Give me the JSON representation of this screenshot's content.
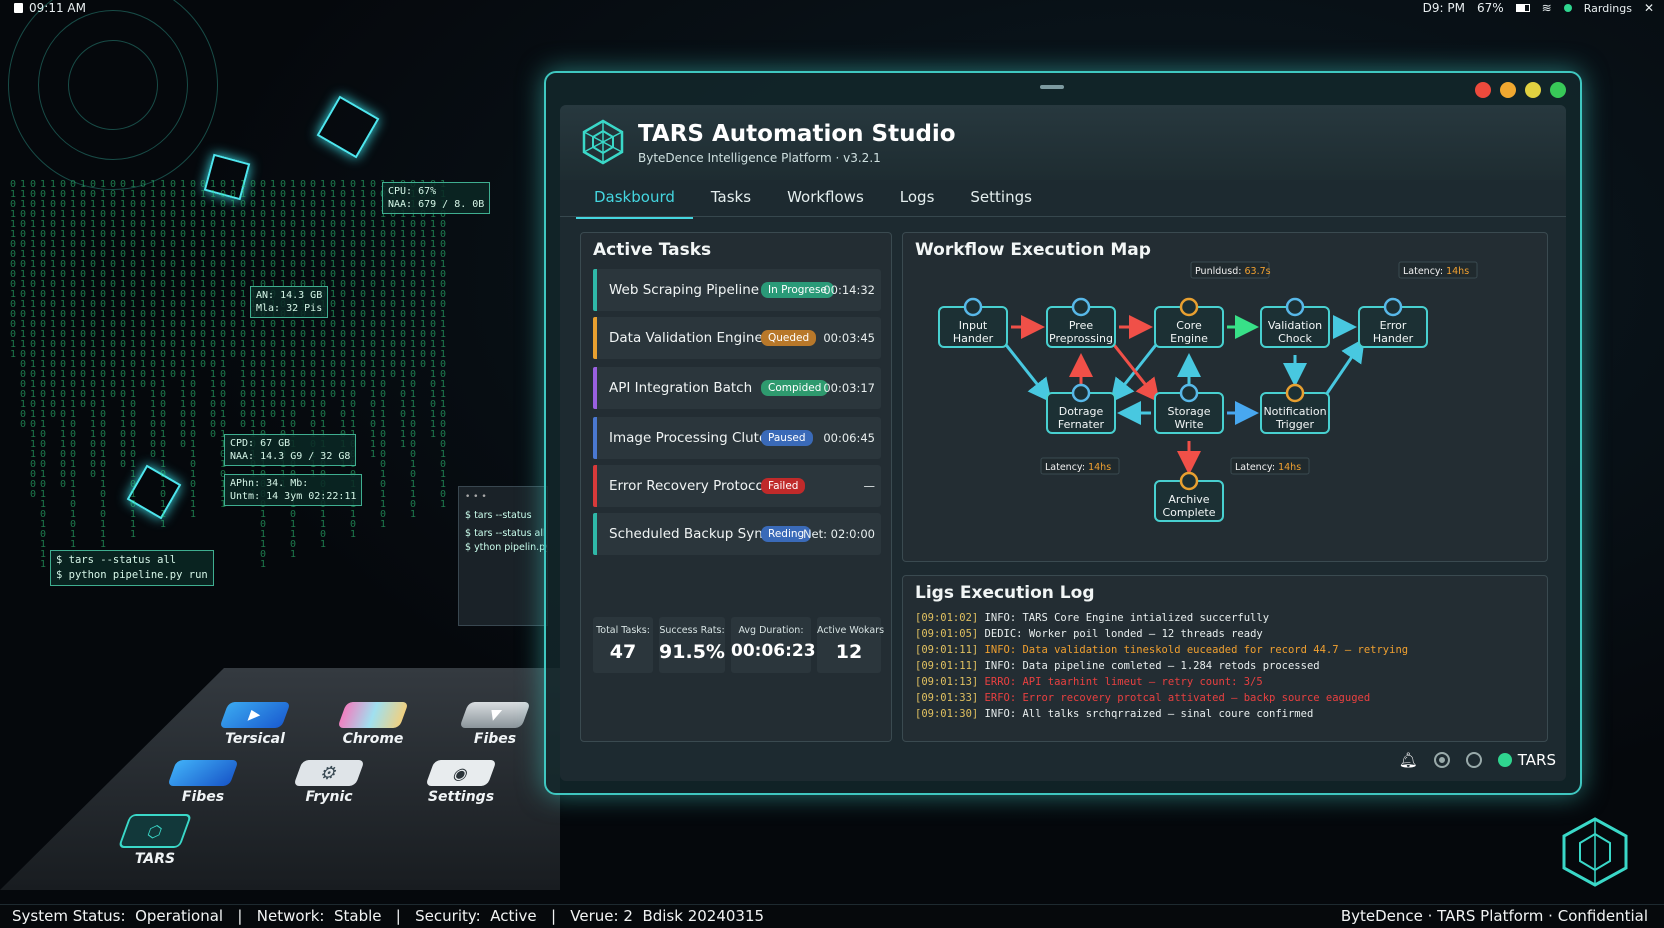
{
  "top_bar": {
    "time": "09:11 AM",
    "status_time": "D9: PM",
    "battery": "67%",
    "user": "Rardings"
  },
  "hud": {
    "cpu_box": "CPU: 67%\nNAA: 679 / 8. 0B",
    "mem_box": "AN: 14.3 GB\nMla: 32 Pis",
    "res_box": "CPD: 67 GB\nNAA: 14.3 G9 / 32 G8",
    "up_box": "APhn: 34. Mb:\nUntm: 14 3ym 02:22:11",
    "term_box": "$ tars --status all\n$ python pipeline.py run",
    "mini_term": [
      "$ tars --status",
      "$ tars --status all",
      "$ ython pipelin.py run"
    ],
    "mini_term_dots": "• • •"
  },
  "dock": {
    "apps": [
      {
        "label": "Tersical",
        "icon": "terminal-icon"
      },
      {
        "label": "Chrome",
        "icon": "chrome-icon"
      },
      {
        "label": "Fibes",
        "icon": "files-icon"
      },
      {
        "label": "Fibes",
        "icon": "folder-icon"
      },
      {
        "label": "Frynic",
        "icon": "gear-icon"
      },
      {
        "label": "Settings",
        "icon": "settings-eye-icon"
      },
      {
        "label": "TARS",
        "icon": "tars-hex-icon"
      }
    ]
  },
  "app": {
    "title": "TARS Automation Studio",
    "subtitle": "ByteDence Intelligence Platform · v3.2.1",
    "tabs": [
      "Daskbourd",
      "Tasks",
      "Workflows",
      "Logs",
      "Settings"
    ],
    "active_tab": "Daskbourd",
    "footer_label": "TARS"
  },
  "tasks_panel": {
    "title": "Active Tasks",
    "tasks": [
      {
        "name": "Web Scraping Pipeline",
        "status": "In Progrese",
        "time": "00:14:32",
        "color": "#2fb8a8",
        "badge_color": "#2a9a78"
      },
      {
        "name": "Data Validation Engine",
        "status": "Queded",
        "time": "00:03:45",
        "color": "#e8a030",
        "badge_color": "#b8782a"
      },
      {
        "name": "API Integration Batch",
        "status": "Compided",
        "time": "00:03:17",
        "color": "#9a60e0",
        "badge_color": "#2e9a6e"
      },
      {
        "name": "Image Processing Cluter",
        "status": "Paused",
        "time": "00:06:45",
        "color": "#4a78d0",
        "badge_color": "#3a6ab8"
      },
      {
        "name": "Error Recovery Protocol",
        "status": "Failed",
        "time": "—",
        "color": "#d83a3a",
        "badge_color": "#c02a2a"
      },
      {
        "name": "Scheduled Backup Sync",
        "status": "Reding",
        "time": "Net: 02:0:00",
        "color": "#2fb8a8",
        "badge_color": "#3a6ab8"
      }
    ],
    "stats": [
      {
        "label": "Total Tasks:",
        "value": "47"
      },
      {
        "label": "Success Rats:",
        "value": "91.5%"
      },
      {
        "label": "Avg  Duration:",
        "value": "00:06:23"
      },
      {
        "label": "Active Wokars",
        "value": "12"
      }
    ]
  },
  "map_panel": {
    "title": "Workflow Execution Map",
    "nodes": [
      {
        "id": "input",
        "lines": [
          "Input",
          "Hander"
        ]
      },
      {
        "id": "pre",
        "lines": [
          "Pree",
          "Preprossing"
        ]
      },
      {
        "id": "core",
        "lines": [
          "Core",
          "Engine"
        ]
      },
      {
        "id": "val",
        "lines": [
          "Validation",
          "Chock"
        ]
      },
      {
        "id": "err",
        "lines": [
          "Error",
          "Hander"
        ]
      },
      {
        "id": "dot",
        "lines": [
          "Dotrage",
          "Fernater"
        ]
      },
      {
        "id": "stor",
        "lines": [
          "Storage",
          "Write"
        ]
      },
      {
        "id": "notif",
        "lines": [
          "Notification",
          "Trigger"
        ]
      },
      {
        "id": "arch",
        "lines": [
          "Archive",
          "Complete"
        ]
      }
    ],
    "tags": [
      {
        "label": "Punldusd:",
        "value": "63.7s"
      },
      {
        "label": "Latency:",
        "value": "14hs"
      },
      {
        "label": "Latency:",
        "value": "14hs"
      },
      {
        "label": "Latency:",
        "value": "14hs"
      }
    ]
  },
  "log_panel": {
    "title": "Ligs Execution Log",
    "lines": [
      {
        "ts": "[09:01:02]",
        "level": "INFO:",
        "msg": "TARS Core Engine intialized succerfully",
        "color": "#e8eeee"
      },
      {
        "ts": "[09:01:05]",
        "level": "DEDIC:",
        "msg": "Worker poil londed — 12 threads ready",
        "color": "#e8eeee"
      },
      {
        "ts": "[09:01:11]",
        "level": "INFO:",
        "msg": "Data validation tineskold euceaded for record 44.7 — retrying",
        "color": "#f0a030"
      },
      {
        "ts": "[09:01:11]",
        "level": "INFO:",
        "msg": "Data pipeline comleted — 1.284 retods processed",
        "color": "#e8eeee"
      },
      {
        "ts": "[09:01:13]",
        "level": "ERRO:",
        "msg": "API taarhint limeut — retry count: 3/5",
        "color": "#e84040"
      },
      {
        "ts": "[09:01:33]",
        "level": "ERFO:",
        "msg": "Error recovery protcal attivated — backp source eaguged",
        "color": "#e84040"
      },
      {
        "ts": "[09:01:30]",
        "level": "INFO:",
        "msg": "All talks srchqrraized — sinal coure confirmed",
        "color": "#e8eeee"
      }
    ]
  },
  "status_bar": {
    "left": "System Status:  Operational   |   Network:  Stable   |   Security:  Active   |   Verue: 2  Bdisk 20240315",
    "right": "ByteDence · TARS Platform · Confidential"
  },
  "colors": {
    "accent": "#44d6e0",
    "glow": "#3fc7c0",
    "ok": "#2fd58f",
    "warn": "#f0a030",
    "err": "#e84040"
  }
}
